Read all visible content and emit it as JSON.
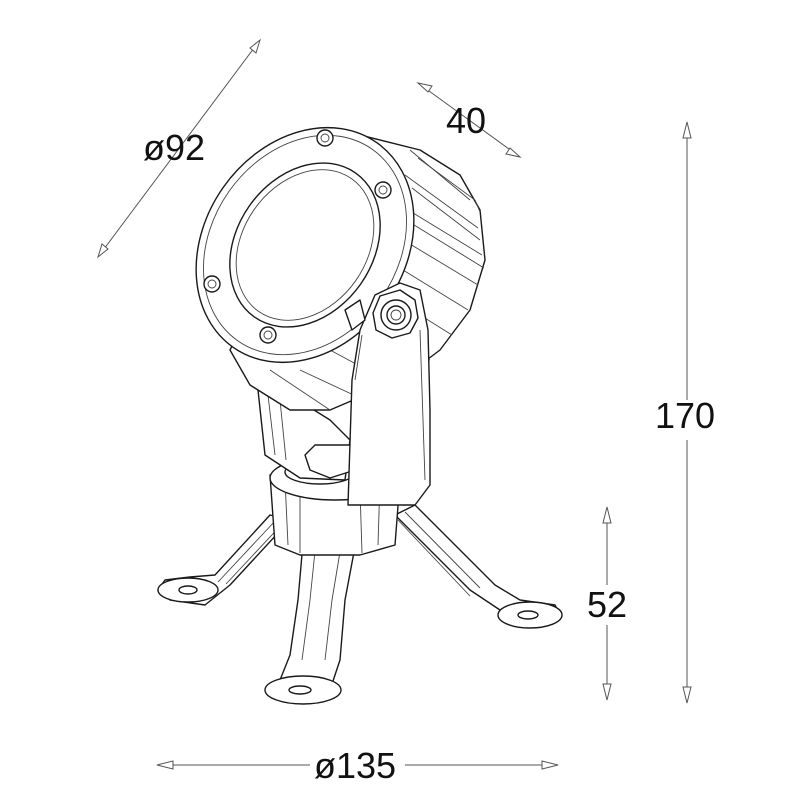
{
  "dimensions": {
    "lens_diameter": "ø92",
    "depth": "40",
    "total_height": "170",
    "base_height": "52",
    "base_diameter": "ø135"
  }
}
